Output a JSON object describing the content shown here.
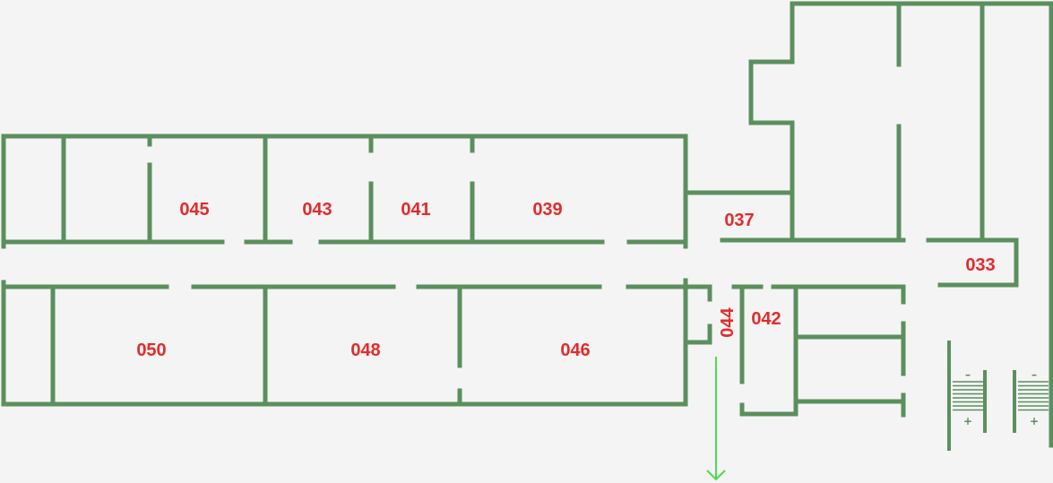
{
  "floor_plan": {
    "colors": {
      "background": "#f4f4f4",
      "walls": "#5b8f5e",
      "room_labels": "#e32b2b",
      "exit_arrow": "#4fd84f"
    },
    "rooms": {
      "r045": "045",
      "r043": "043",
      "r041": "041",
      "r039": "039",
      "r037": "037",
      "r033": "033",
      "r050": "050",
      "r048": "048",
      "r046": "046",
      "r044": "044",
      "r042": "042"
    },
    "stairs": {
      "left": {
        "top_sign": "–",
        "bottom_sign": "+"
      },
      "right": {
        "top_sign": "–",
        "bottom_sign": "+"
      }
    },
    "exit_arrow_icon": "arrow-down-icon"
  }
}
